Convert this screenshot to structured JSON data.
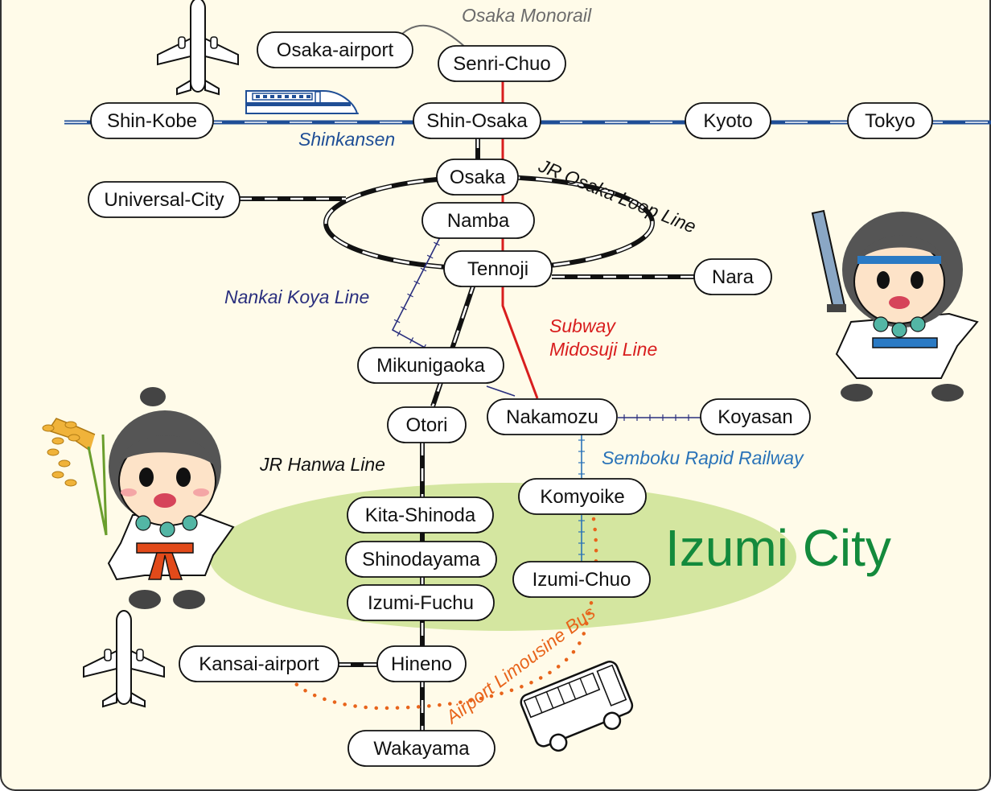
{
  "title": "Access map to Izumi City",
  "city": {
    "name": "Izumi City",
    "color": "#138a3c",
    "area_color": "#d4e6a0"
  },
  "stations": {
    "osaka_airport": "Osaka-airport",
    "senri_chuo": "Senri-Chuo",
    "shin_kobe": "Shin-Kobe",
    "shin_osaka": "Shin-Osaka",
    "kyoto": "Kyoto",
    "tokyo": "Tokyo",
    "osaka": "Osaka",
    "universal_city": "Universal-City",
    "namba": "Namba",
    "tennoji": "Tennoji",
    "nara": "Nara",
    "mikunigaoka": "Mikunigaoka",
    "nakamozu": "Nakamozu",
    "koyasan": "Koyasan",
    "otori": "Otori",
    "komyoike": "Komyoike",
    "kita_shinoda": "Kita-Shinoda",
    "shinodayama": "Shinodayama",
    "izumi_chuo": "Izumi-Chuo",
    "izumi_fuchu": "Izumi-Fuchu",
    "kansai_airport": "Kansai-airport",
    "hineno": "Hineno",
    "wakayama": "Wakayama"
  },
  "lines": {
    "osaka_monorail": {
      "label": "Osaka Monorail",
      "color": "#6b6b6b"
    },
    "shinkansen": {
      "label": "Shinkansen",
      "color": "#1f4e96"
    },
    "jr_loop": {
      "label": "JR Osaka Loop Line",
      "color": "#111111"
    },
    "nankai_koya": {
      "label": "Nankai Koya Line",
      "color": "#2a2f7e"
    },
    "subway_midosuji": {
      "label_line1": "Subway",
      "label_line2": "Midosuji Line",
      "color": "#d81e1e"
    },
    "semboku": {
      "label": "Semboku Rapid Railway",
      "color": "#2a73b8"
    },
    "jr_hanwa": {
      "label": "JR Hanwa Line",
      "color": "#111111"
    },
    "airport_limousine": {
      "label": "Airport Limousine Bus",
      "color": "#e8641b"
    }
  },
  "icons": [
    "airplane-icon",
    "shinkansen-train-icon",
    "bus-icon",
    "mascot-boy-icon",
    "mascot-girl-icon"
  ]
}
